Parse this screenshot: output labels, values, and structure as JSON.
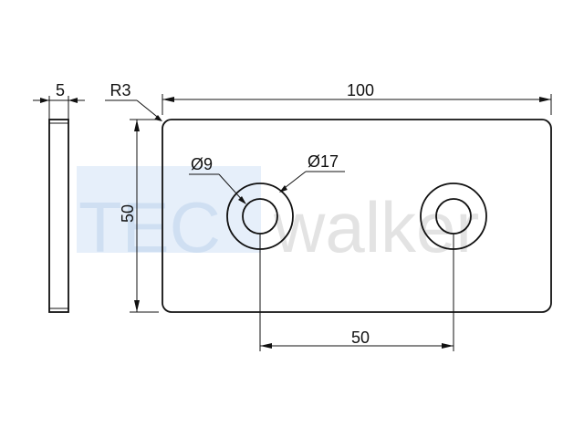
{
  "watermark": {
    "brand_part1": "TEC",
    "brand_part2": "walker",
    "band_color": "#e6effa",
    "text_color_1": "#cfdff2",
    "text_color_2": "#e3e3e3"
  },
  "dimensions": {
    "thickness": "5",
    "corner_radius": "R3",
    "length": "100",
    "width": "50",
    "hole_inner_diameter": "Ø9",
    "hole_outer_diameter": "Ø17",
    "hole_spacing": "50"
  },
  "colors": {
    "line": "#111111",
    "background": "#ffffff"
  }
}
